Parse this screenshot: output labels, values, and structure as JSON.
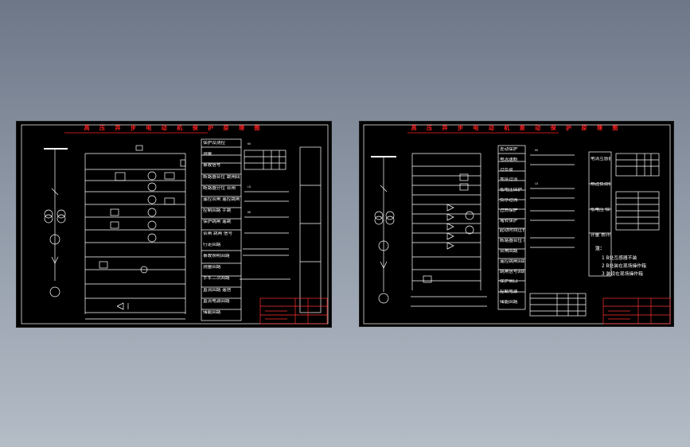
{
  "colors": {
    "background": "#8e98a6",
    "sheet": "#000000",
    "line": "#ffffff",
    "title": "#ff2020",
    "accent": "#ff3030"
  },
  "left_sheet": {
    "title": "高 压 异 步 电 动 机 保 护 原 理 图",
    "function_labels": [
      "保护及测控",
      "测量",
      "事故信号",
      "断路器合位 跳闸回路",
      "断路器分位 合闸",
      "遥控合闸 遥控跳闸",
      "控制回路 手跳",
      "保护跳闸 遥跳",
      "合闸 跳闸 信号",
      "行走回路",
      "事故照明回路",
      "测量回路",
      "手车二次回路",
      "直流回路 遥信",
      "直流电源回路",
      "储能回路"
    ],
    "tag_kk": "KK",
    "tag_ld": "LD",
    "tag_hd": "HD"
  },
  "right_sheet": {
    "title": "高 压 异 步 电 动 机 差 动 保 护 原 理 图",
    "function_labels": [
      "差动保护",
      "电流速断",
      "过负荷",
      "零序过流",
      "低电压保护",
      "负序过流",
      "过热保护",
      "堵转保护",
      "起动时间过长",
      "断路器合位 跳闸",
      "合闸回路",
      "遥控跳闸回路",
      "跳闸信号回路",
      "保护出口",
      "控制电源",
      "储能回路"
    ],
    "side_labels": [
      "电流互感器",
      "热过负荷保护",
      "低电压 保护",
      "计量 表计回路"
    ],
    "notes_title": "注：",
    "notes": [
      "1 B处互感器不装",
      "2 B处装在现场操作箱",
      "3 装设在现场操作箱"
    ],
    "tag_kk": "KK",
    "tag_ld": "LD"
  }
}
